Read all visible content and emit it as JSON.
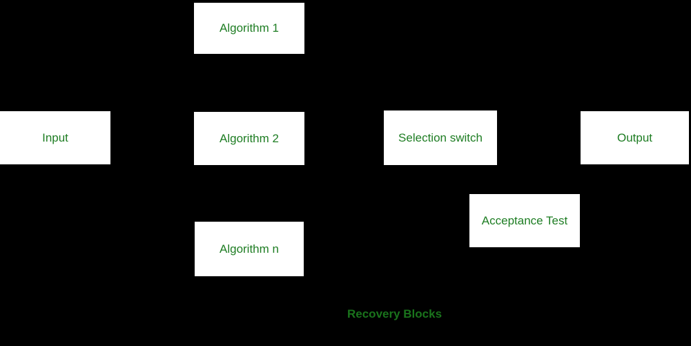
{
  "diagram": {
    "caption": "Recovery Blocks",
    "colors": {
      "background": "#000000",
      "box_bg": "#ffffff",
      "box_text": "#1e7d23",
      "caption_text": "#1a741c"
    },
    "boxes": [
      {
        "id": "algorithm-1",
        "label": "Algorithm 1"
      },
      {
        "id": "input",
        "label": "Input"
      },
      {
        "id": "algorithm-2",
        "label": "Algorithm 2"
      },
      {
        "id": "selection-switch",
        "label": "Selection switch"
      },
      {
        "id": "output",
        "label": "Output"
      },
      {
        "id": "algorithm-n",
        "label": "Algorithm n"
      },
      {
        "id": "acceptance-test",
        "label": "Acceptance Test"
      }
    ]
  }
}
